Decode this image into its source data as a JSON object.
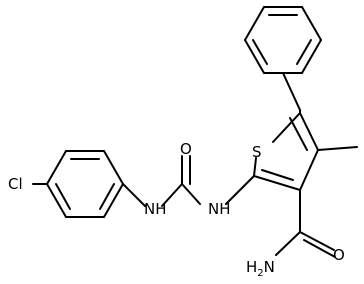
{
  "molecule": {
    "atoms": {
      "ring_sulfur": "S",
      "chlorine": "Cl",
      "urea_oxygen": "O",
      "amide_oxygen": "O",
      "urea_nh_left": "NH",
      "urea_nh_right": "NH",
      "amide_nh2": "H2N"
    },
    "colors": {
      "bond": "#000000",
      "label": "#000000",
      "background": "#ffffff"
    }
  }
}
